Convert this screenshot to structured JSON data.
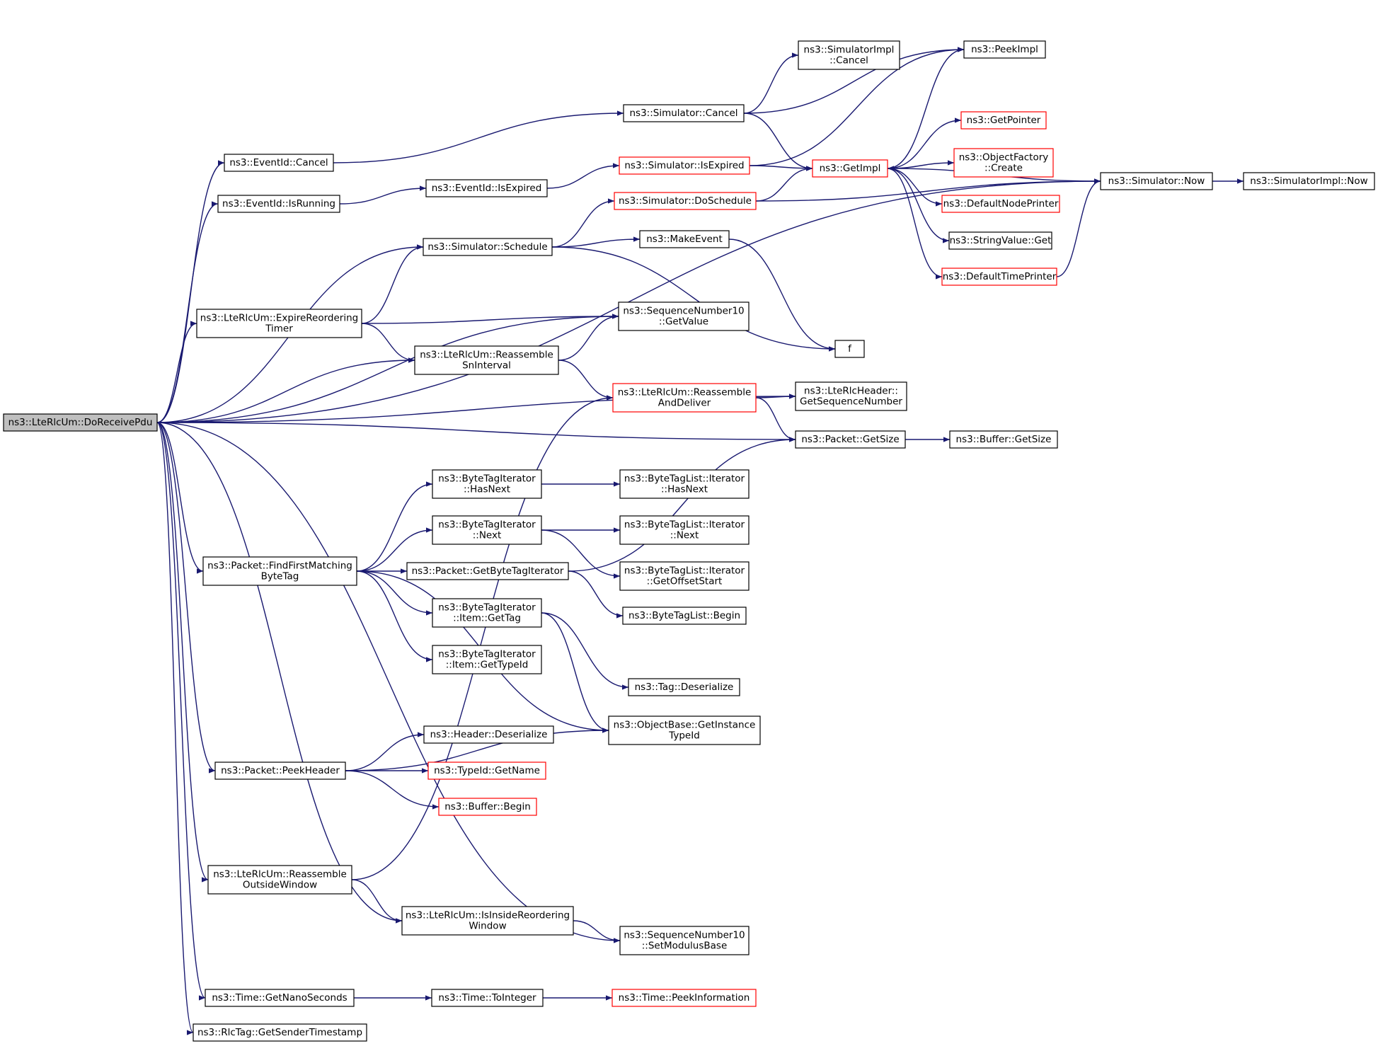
{
  "nodes": [
    {
      "id": "root",
      "lines": [
        "ns3::LteRlcUm::DoReceivePdu"
      ],
      "kind": "root"
    },
    {
      "id": "now",
      "lines": [
        "ns3::Simulator::Now"
      ],
      "kind": "normal"
    },
    {
      "id": "implnow",
      "lines": [
        "ns3::SimulatorImpl::Now"
      ],
      "kind": "normal"
    },
    {
      "id": "simimplcancel",
      "lines": [
        "ns3::SimulatorImpl",
        "::Cancel"
      ],
      "kind": "normal"
    },
    {
      "id": "peekimpl",
      "lines": [
        "ns3::PeekImpl"
      ],
      "kind": "normal"
    },
    {
      "id": "simcancel",
      "lines": [
        "ns3::Simulator::Cancel"
      ],
      "kind": "normal"
    },
    {
      "id": "getpointer",
      "lines": [
        "ns3::GetPointer"
      ],
      "kind": "partial"
    },
    {
      "id": "eventcancel",
      "lines": [
        "ns3::EventId::Cancel"
      ],
      "kind": "normal"
    },
    {
      "id": "simisexpired",
      "lines": [
        "ns3::Simulator::IsExpired"
      ],
      "kind": "partial"
    },
    {
      "id": "getimpl",
      "lines": [
        "ns3::GetImpl"
      ],
      "kind": "partial"
    },
    {
      "id": "objfactory",
      "lines": [
        "ns3::ObjectFactory",
        "::Create"
      ],
      "kind": "partial"
    },
    {
      "id": "eventisexpired",
      "lines": [
        "ns3::EventId::IsExpired"
      ],
      "kind": "normal"
    },
    {
      "id": "eventisrunning",
      "lines": [
        "ns3::EventId::IsRunning"
      ],
      "kind": "normal"
    },
    {
      "id": "doschedule",
      "lines": [
        "ns3::Simulator::DoSchedule"
      ],
      "kind": "partial"
    },
    {
      "id": "nodeprinter",
      "lines": [
        "ns3::DefaultNodePrinter"
      ],
      "kind": "partial"
    },
    {
      "id": "schedule",
      "lines": [
        "ns3::Simulator::Schedule"
      ],
      "kind": "normal"
    },
    {
      "id": "makeevent",
      "lines": [
        "ns3::MakeEvent"
      ],
      "kind": "normal"
    },
    {
      "id": "strget",
      "lines": [
        "ns3::StringValue::Get"
      ],
      "kind": "normal"
    },
    {
      "id": "timeprinter",
      "lines": [
        "ns3::DefaultTimePrinter"
      ],
      "kind": "partial"
    },
    {
      "id": "expire",
      "lines": [
        "ns3::LteRlcUm::ExpireReordering",
        "Timer"
      ],
      "kind": "normal"
    },
    {
      "id": "seqgetvalue",
      "lines": [
        "ns3::SequenceNumber10",
        "::GetValue"
      ],
      "kind": "normal"
    },
    {
      "id": "f",
      "lines": [
        "f"
      ],
      "kind": "normal"
    },
    {
      "id": "reasmsn",
      "lines": [
        "ns3::LteRlcUm::Reassemble",
        "SnInterval"
      ],
      "kind": "normal"
    },
    {
      "id": "reasmdeliver",
      "lines": [
        "ns3::LteRlcUm::Reassemble",
        "AndDeliver"
      ],
      "kind": "partial"
    },
    {
      "id": "getseqnum",
      "lines": [
        "ns3::LteRlcHeader::",
        "GetSequenceNumber"
      ],
      "kind": "normal"
    },
    {
      "id": "pktgetsize",
      "lines": [
        "ns3::Packet::GetSize"
      ],
      "kind": "normal"
    },
    {
      "id": "bufgetsize",
      "lines": [
        "ns3::Buffer::GetSize"
      ],
      "kind": "normal"
    },
    {
      "id": "bthasnext",
      "lines": [
        "ns3::ByteTagIterator",
        "::HasNext"
      ],
      "kind": "normal"
    },
    {
      "id": "btlhasnext",
      "lines": [
        "ns3::ByteTagList::Iterator",
        "::HasNext"
      ],
      "kind": "normal"
    },
    {
      "id": "btnext",
      "lines": [
        "ns3::ByteTagIterator",
        "::Next"
      ],
      "kind": "normal"
    },
    {
      "id": "btlnext",
      "lines": [
        "ns3::ByteTagList::Iterator",
        "::Next"
      ],
      "kind": "normal"
    },
    {
      "id": "findfirst",
      "lines": [
        "ns3::Packet::FindFirstMatching",
        "ByteTag"
      ],
      "kind": "normal"
    },
    {
      "id": "getbti",
      "lines": [
        "ns3::Packet::GetByteTagIterator"
      ],
      "kind": "normal"
    },
    {
      "id": "btloffset",
      "lines": [
        "ns3::ByteTagList::Iterator",
        "::GetOffsetStart"
      ],
      "kind": "normal"
    },
    {
      "id": "btigettag",
      "lines": [
        "ns3::ByteTagIterator",
        "::Item::GetTag"
      ],
      "kind": "normal"
    },
    {
      "id": "btlbegin",
      "lines": [
        "ns3::ByteTagList::Begin"
      ],
      "kind": "normal"
    },
    {
      "id": "btigettypeid",
      "lines": [
        "ns3::ByteTagIterator",
        "::Item::GetTypeId"
      ],
      "kind": "normal"
    },
    {
      "id": "tagdeser",
      "lines": [
        "ns3::Tag::Deserialize"
      ],
      "kind": "normal"
    },
    {
      "id": "objbase",
      "lines": [
        "ns3::ObjectBase::GetInstance",
        "TypeId"
      ],
      "kind": "normal"
    },
    {
      "id": "hdrdeser",
      "lines": [
        "ns3::Header::Deserialize"
      ],
      "kind": "normal"
    },
    {
      "id": "peekheader",
      "lines": [
        "ns3::Packet::PeekHeader"
      ],
      "kind": "normal"
    },
    {
      "id": "typeidname",
      "lines": [
        "ns3::TypeId::GetName"
      ],
      "kind": "partial"
    },
    {
      "id": "bufbegin",
      "lines": [
        "ns3::Buffer::Begin"
      ],
      "kind": "partial"
    },
    {
      "id": "reasmoutside",
      "lines": [
        "ns3::LteRlcUm::Reassemble",
        "OutsideWindow"
      ],
      "kind": "normal"
    },
    {
      "id": "isinside",
      "lines": [
        "ns3::LteRlcUm::IsInsideReordering",
        "Window"
      ],
      "kind": "normal"
    },
    {
      "id": "setmodulus",
      "lines": [
        "ns3::SequenceNumber10",
        "::SetModulusBase"
      ],
      "kind": "normal"
    },
    {
      "id": "getnano",
      "lines": [
        "ns3::Time::GetNanoSeconds"
      ],
      "kind": "normal"
    },
    {
      "id": "tointeger",
      "lines": [
        "ns3::Time::ToInteger"
      ],
      "kind": "normal"
    },
    {
      "id": "peekinfo",
      "lines": [
        "ns3::Time::PeekInformation"
      ],
      "kind": "partial"
    },
    {
      "id": "rlctag",
      "lines": [
        "ns3::RlcTag::GetSenderTimestamp"
      ],
      "kind": "normal"
    }
  ],
  "edges": [
    [
      "root",
      "now"
    ],
    [
      "root",
      "eventcancel"
    ],
    [
      "root",
      "eventisrunning"
    ],
    [
      "root",
      "schedule"
    ],
    [
      "root",
      "seqgetvalue"
    ],
    [
      "root",
      "expire"
    ],
    [
      "root",
      "reasmsn"
    ],
    [
      "root",
      "getseqnum"
    ],
    [
      "root",
      "pktgetsize"
    ],
    [
      "root",
      "findfirst"
    ],
    [
      "root",
      "peekheader"
    ],
    [
      "root",
      "reasmoutside"
    ],
    [
      "root",
      "isinside"
    ],
    [
      "root",
      "setmodulus"
    ],
    [
      "root",
      "getnano"
    ],
    [
      "root",
      "rlctag"
    ],
    [
      "eventcancel",
      "simcancel"
    ],
    [
      "simcancel",
      "simimplcancel"
    ],
    [
      "simcancel",
      "peekimpl"
    ],
    [
      "simcancel",
      "getimpl"
    ],
    [
      "eventisrunning",
      "eventisexpired"
    ],
    [
      "eventisexpired",
      "simisexpired"
    ],
    [
      "simisexpired",
      "getimpl"
    ],
    [
      "simisexpired",
      "peekimpl"
    ],
    [
      "schedule",
      "doschedule"
    ],
    [
      "schedule",
      "makeevent"
    ],
    [
      "schedule",
      "f"
    ],
    [
      "doschedule",
      "getimpl"
    ],
    [
      "doschedule",
      "now"
    ],
    [
      "makeevent",
      "f"
    ],
    [
      "getimpl",
      "peekimpl"
    ],
    [
      "getimpl",
      "getpointer"
    ],
    [
      "getimpl",
      "objfactory"
    ],
    [
      "getimpl",
      "nodeprinter"
    ],
    [
      "getimpl",
      "strget"
    ],
    [
      "getimpl",
      "timeprinter"
    ],
    [
      "timeprinter",
      "now"
    ],
    [
      "now",
      "getimpl"
    ],
    [
      "now",
      "implnow"
    ],
    [
      "expire",
      "schedule"
    ],
    [
      "expire",
      "seqgetvalue"
    ],
    [
      "expire",
      "reasmsn"
    ],
    [
      "reasmsn",
      "seqgetvalue"
    ],
    [
      "reasmsn",
      "reasmdeliver"
    ],
    [
      "reasmdeliver",
      "getseqnum"
    ],
    [
      "reasmdeliver",
      "pktgetsize"
    ],
    [
      "pktgetsize",
      "bufgetsize"
    ],
    [
      "findfirst",
      "bthasnext"
    ],
    [
      "findfirst",
      "btnext"
    ],
    [
      "findfirst",
      "getbti"
    ],
    [
      "findfirst",
      "btigettag"
    ],
    [
      "findfirst",
      "btigettypeid"
    ],
    [
      "findfirst",
      "objbase"
    ],
    [
      "bthasnext",
      "btlhasnext"
    ],
    [
      "btnext",
      "btlnext"
    ],
    [
      "btnext",
      "btloffset"
    ],
    [
      "getbti",
      "btlbegin"
    ],
    [
      "getbti",
      "pktgetsize"
    ],
    [
      "btigettag",
      "tagdeser"
    ],
    [
      "btigettag",
      "objbase"
    ],
    [
      "peekheader",
      "hdrdeser"
    ],
    [
      "peekheader",
      "typeidname"
    ],
    [
      "peekheader",
      "bufbegin"
    ],
    [
      "peekheader",
      "objbase"
    ],
    [
      "reasmoutside",
      "reasmdeliver"
    ],
    [
      "reasmoutside",
      "isinside"
    ],
    [
      "isinside",
      "setmodulus"
    ],
    [
      "getnano",
      "tointeger"
    ],
    [
      "tointeger",
      "peekinfo"
    ]
  ]
}
